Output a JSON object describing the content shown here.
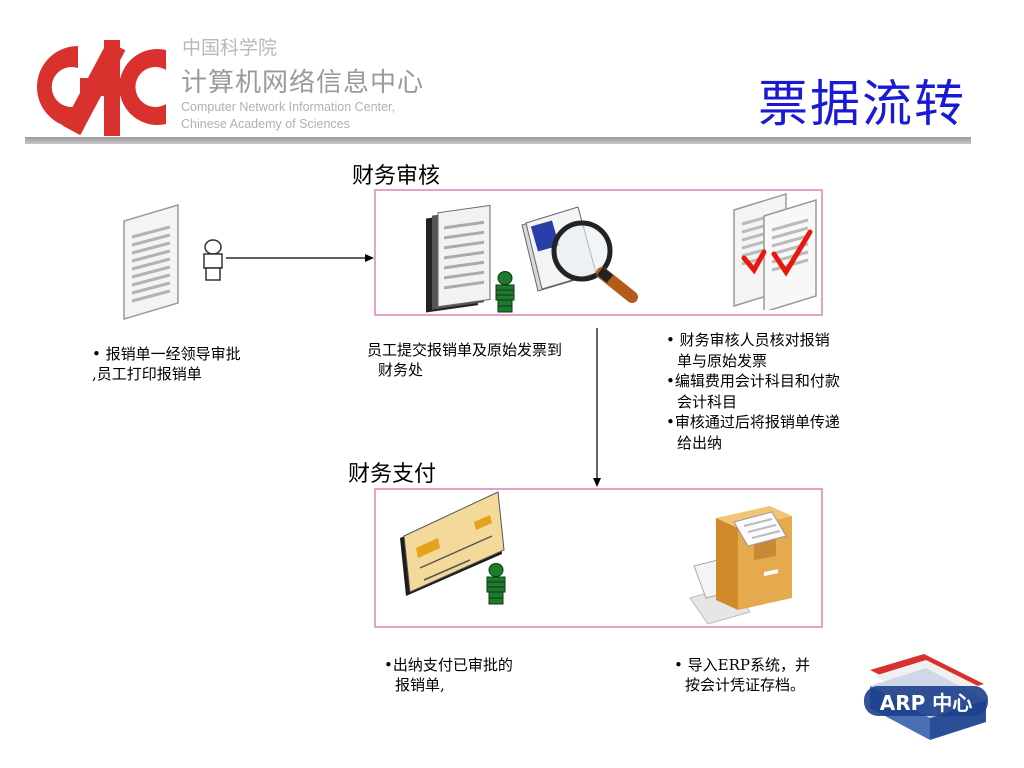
{
  "header": {
    "org_cn_small": "中国科学院",
    "org_cn_large": "计算机网络信息中心",
    "org_en_line1": "Computer Network Information Center,",
    "org_en_line2": "Chinese Academy of Sciences",
    "title": "票据流转"
  },
  "sections": {
    "audit_title": "财务审核",
    "payment_title": "财务支付"
  },
  "notes": {
    "left_line1": "• 报销单一经领导审批",
    "left_line2": ",员工打印报销单",
    "middle_line1": "员工提交报销单及原始发票到",
    "middle_line2": "财务处",
    "right_b1_line1": "• 财务审核人员核对报销",
    "right_b1_line2": "单与原始发票",
    "right_b2_line1": "•编辑费用会计科目和付款",
    "right_b2_line2": "会计科目",
    "right_b3_line1": "•审核通过后将报销单传递",
    "right_b3_line2": "给出纳",
    "pay_line1": "•出纳支付已审批的",
    "pay_line2": "报销单,",
    "erp_line1": "• 导入ERP系统，并",
    "erp_line2": "按会计凭证存档。"
  },
  "badge": {
    "label": "ARP 中心"
  },
  "colors": {
    "logo_red": "#d8312e",
    "title_blue": "#1a1ad6",
    "box_border": "#e7a1c8",
    "person_green": "#1f7a2f",
    "check_red": "#e8190c"
  }
}
